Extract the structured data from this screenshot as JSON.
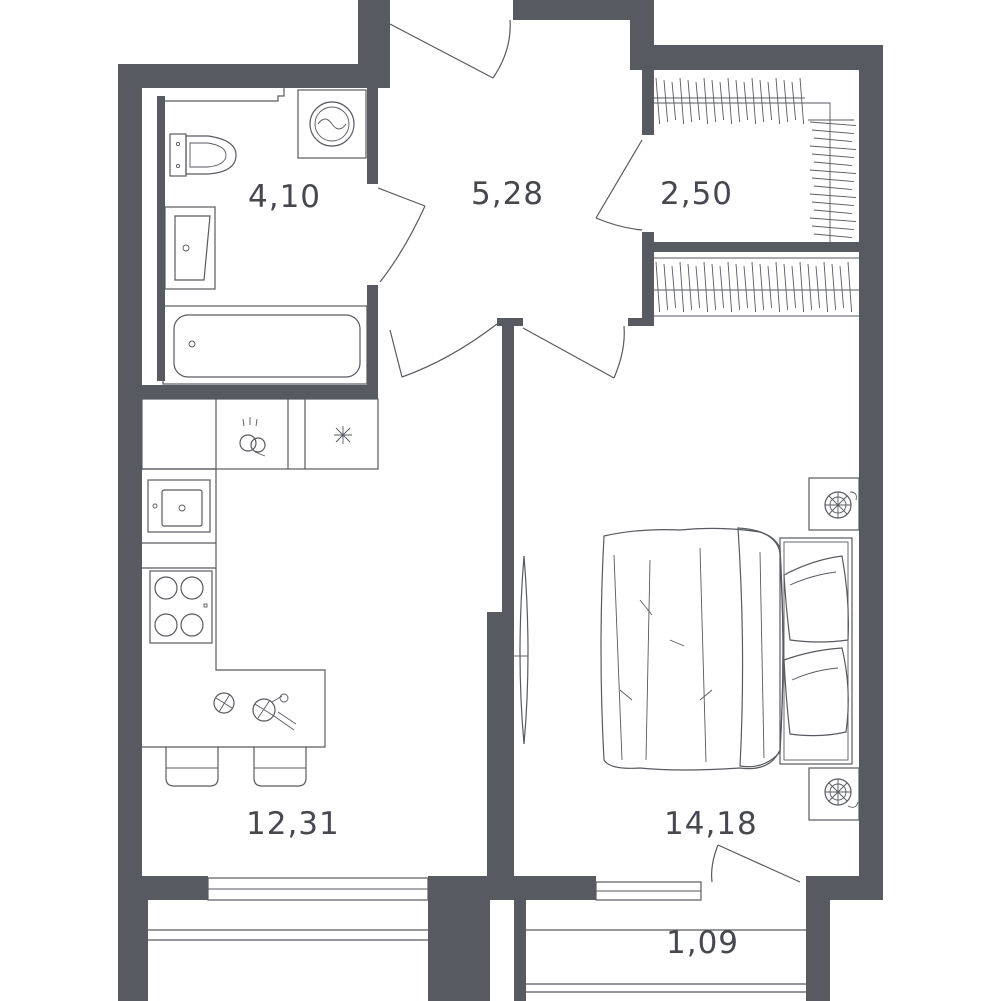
{
  "plan": {
    "rooms": [
      {
        "id": "bathroom",
        "area": "4,10"
      },
      {
        "id": "hallway",
        "area": "5,28"
      },
      {
        "id": "wardrobe",
        "area": "2,50"
      },
      {
        "id": "kitchen-living",
        "area": "12,31"
      },
      {
        "id": "bedroom",
        "area": "14,18"
      },
      {
        "id": "balcony",
        "area": "1,09"
      }
    ],
    "colors": {
      "wall": "#575a61",
      "background": "#ffffff",
      "label": "#45484f"
    },
    "icons": [
      "toilet-icon",
      "washing-machine-icon",
      "sink-icon",
      "bathtub-icon",
      "dishwasher-icon",
      "fridge-icon",
      "kitchen-sink-icon",
      "cooktop-icon",
      "dining-table-icon",
      "chair-icon",
      "bed-icon",
      "nightstand-icon",
      "wardrobe-icon",
      "mirror-icon",
      "door-icon",
      "window-icon"
    ]
  }
}
